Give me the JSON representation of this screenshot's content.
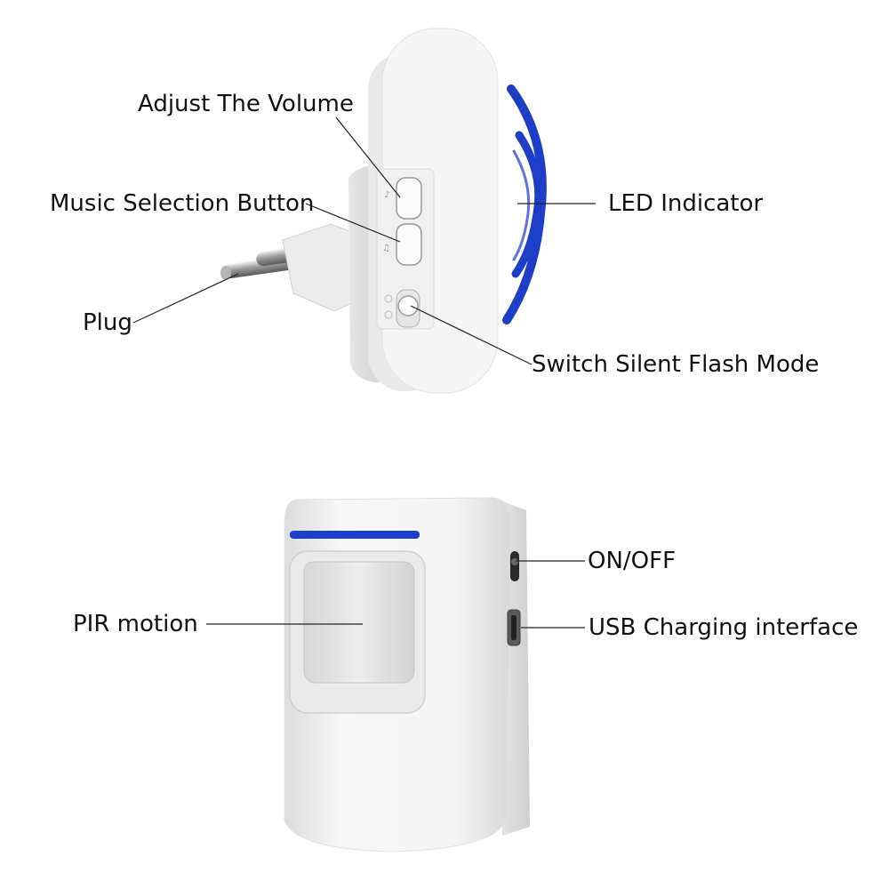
{
  "receiver": {
    "labels": {
      "volume": "Adjust The Volume",
      "music": "Music Selection Button",
      "led": "LED Indicator",
      "plug": "Plug",
      "silent": "Switch Silent Flash Mode"
    }
  },
  "sensor": {
    "labels": {
      "pir": "PIR motion",
      "onoff": "ON/OFF",
      "usb": "USB Charging interface"
    }
  },
  "colors": {
    "background": "#ffffff",
    "device_body": "#f4f4f4",
    "led_blue": "#1d3fc7",
    "leader_line": "#222222",
    "text": "#111111"
  }
}
